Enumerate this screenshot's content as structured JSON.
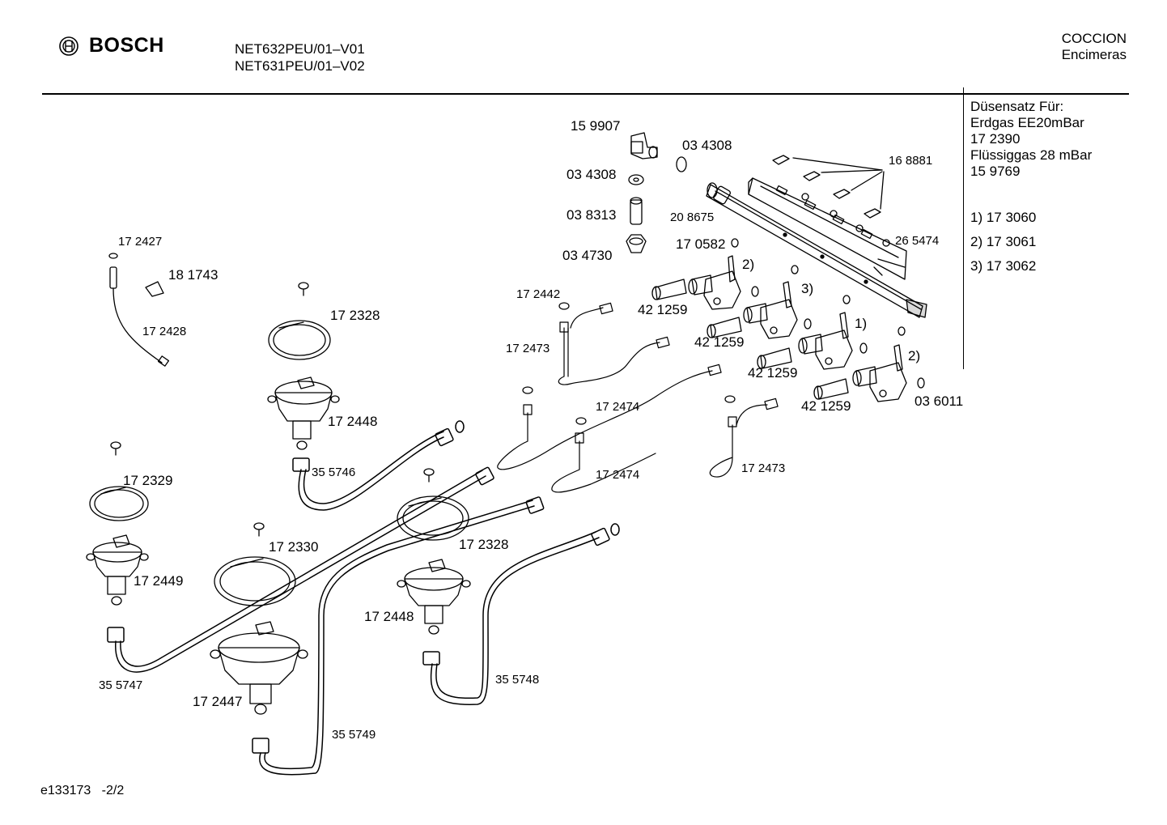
{
  "header": {
    "brand": "BOSCH",
    "models": [
      "NET632PEU/01–V01",
      "NET631PEU/01–V02"
    ],
    "category": "COCCION",
    "subcategory": "Encimeras"
  },
  "nozzle_set": {
    "title": "Düsensatz Für:",
    "lines": [
      "Erdgas EE20mBar",
      "17 2390",
      "Flüssiggas 28 mBar",
      "15 9769"
    ]
  },
  "variants": [
    "1)  17 3060",
    "2)  17 3061",
    "3)  17 3062"
  ],
  "parts": {
    "p159907": "15 9907",
    "p034308a": "03 4308",
    "p034308b": "03 4308",
    "p038313": "03 8313",
    "p034730": "03 4730",
    "p208675": "20 8675",
    "p170582": "17 0582",
    "p168881": "16 8881",
    "p265474": "26 5474",
    "p172427": "17 2427",
    "p181743": "18 1743",
    "p172428": "17 2428",
    "p172328a": "17 2328",
    "p172448a": "17 2448",
    "p172442": "17 2442",
    "p172473a": "17 2473",
    "p421259a": "42 1259",
    "p421259b": "42 1259",
    "p421259c": "42 1259",
    "p421259d": "42 1259",
    "p036011": "03 6011",
    "p172474a": "17 2474",
    "p172474b": "17 2474",
    "p172473b": "17 2473",
    "p355746": "35 5746",
    "p172329": "17 2329",
    "p172449": "17 2449",
    "p172330": "17 2330",
    "p172328b": "17 2328",
    "p172448b": "17 2448",
    "p172447": "17 2447",
    "p355747": "35 5747",
    "p355748": "35 5748",
    "p355749": "35 5749",
    "mark2a": "2)",
    "mark3": "3)",
    "mark1": "1)",
    "mark2b": "2)"
  },
  "footer": {
    "doc_id": "e133173",
    "page": "-2/2"
  }
}
